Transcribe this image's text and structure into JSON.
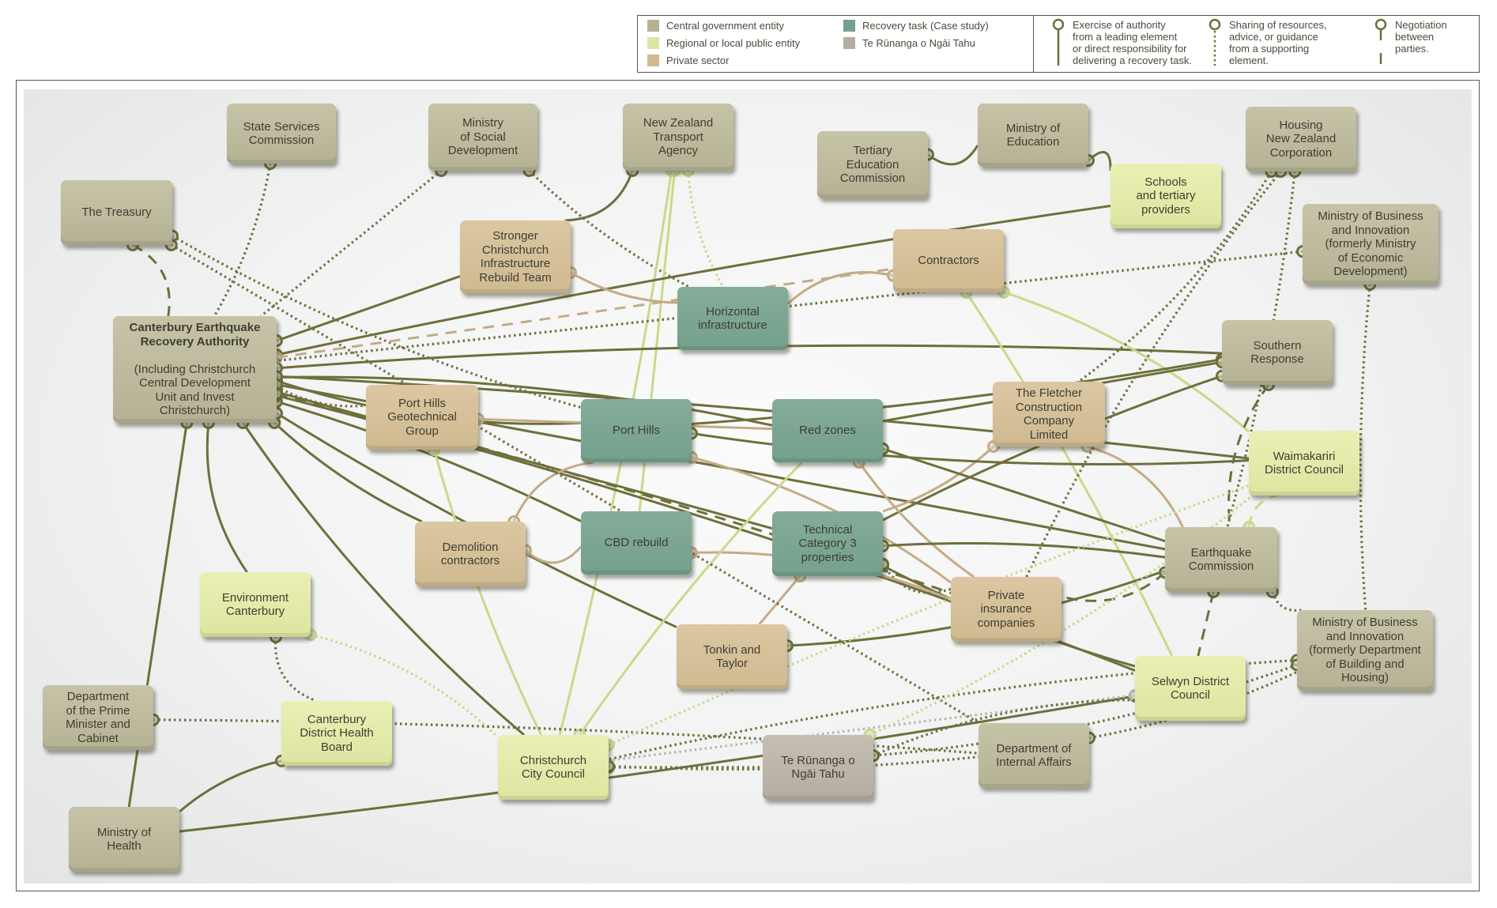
{
  "legend": {
    "entity_types": [
      {
        "key": "central",
        "label": "Central government entity",
        "color": "#b5b294"
      },
      {
        "key": "regional",
        "label": "Regional or local public entity",
        "color": "#dde5a0"
      },
      {
        "key": "private",
        "label": "Private sector",
        "color": "#cfb990"
      },
      {
        "key": "task",
        "label": "Recovery task (Case study)",
        "color": "#74a08c"
      },
      {
        "key": "runanga",
        "label": "Te Rūnanga o Ngāi Tahu",
        "color": "#b3ada2"
      }
    ],
    "link_types": [
      {
        "key": "authority",
        "label": "Exercise of authority\nfrom a leading element\nor direct responsibility for\ndelivering a recovery task.",
        "style": "solid"
      },
      {
        "key": "support",
        "label": "Sharing of resources,\nadvice, or guidance\nfrom a supporting\nelement.",
        "style": "dotted"
      },
      {
        "key": "negotiation",
        "label": "Negotiation\nbetween\nparties.",
        "style": "dashed"
      }
    ]
  },
  "colors": {
    "central_line": "#6e6f3b",
    "regional_line": "#c9d98a",
    "private_line": "#c4ab86",
    "runanga_line": "#b8b5ae"
  },
  "nodes": {
    "state_services": {
      "label": "State Services\nCommission",
      "type": "central"
    },
    "msd": {
      "label": "Ministry\nof Social\nDevelopment",
      "type": "central"
    },
    "nzta": {
      "label": "New Zealand\nTransport\nAgency",
      "type": "central"
    },
    "tec": {
      "label": "Tertiary\nEducation\nCommission",
      "type": "central"
    },
    "moe": {
      "label": "Ministry of\nEducation",
      "type": "central"
    },
    "hnzc": {
      "label": "Housing\nNew Zealand\nCorporation",
      "type": "central"
    },
    "treasury": {
      "label": "The Treasury",
      "type": "central"
    },
    "schools": {
      "label": "Schools\nand tertiary\nproviders",
      "type": "regional"
    },
    "scirt": {
      "label": "Stronger\nChristchurch\nInfrastructure\nRebuild  Team",
      "type": "private"
    },
    "contractors": {
      "label": "Contractors",
      "type": "private"
    },
    "mbie_med": {
      "label": "Ministry of Business\nand Innovation\n(formerly Ministry\nof Economic\nDevelopment)",
      "type": "central"
    },
    "horizontal": {
      "label": "Horizontal\ninfrastructure",
      "type": "task"
    },
    "cera": {
      "title": "Canterbury Earthquake\nRecovery Authority",
      "subtitle": "(Including Christchurch\nCentral Development\nUnit and Invest\nChristchurch)",
      "type": "central"
    },
    "southern": {
      "label": "Southern\nResponse",
      "type": "central"
    },
    "phgg": {
      "label": "Port Hills\nGeotechnical\nGroup",
      "type": "private"
    },
    "port_hills": {
      "label": "Port Hills",
      "type": "task"
    },
    "red_zones": {
      "label": "Red zones",
      "type": "task"
    },
    "fletcher": {
      "label": "The Fletcher\nConstruction\nCompany\nLimited",
      "type": "private"
    },
    "waimakariri": {
      "label": "Waimakariri\nDistrict Council",
      "type": "regional"
    },
    "demolition": {
      "label": "Demolition\ncontractors",
      "type": "private"
    },
    "cbd": {
      "label": "CBD rebuild",
      "type": "task"
    },
    "tc3": {
      "label": "Technical\nCategory 3\nproperties",
      "type": "task"
    },
    "eqc": {
      "label": "Earthquake\nCommission",
      "type": "central"
    },
    "ecan": {
      "label": "Environment\nCanterbury",
      "type": "regional"
    },
    "insurance": {
      "label": "Private\ninsurance\ncompanies",
      "type": "private"
    },
    "mbie_dbh": {
      "label": "Ministry of Business\nand Innovation\n(formerly Department\nof Building and\nHousing)",
      "type": "central"
    },
    "tonkin": {
      "label": "Tonkin and\nTaylor",
      "type": "private"
    },
    "selwyn": {
      "label": "Selwyn District\nCouncil",
      "type": "regional"
    },
    "dpmc": {
      "label": "Department\nof the Prime\nMinister and\nCabinet",
      "type": "central"
    },
    "cdhb": {
      "label": "Canterbury\nDistrict Health\nBoard",
      "type": "regional"
    },
    "ccc": {
      "label": "Christchurch\nCity Council",
      "type": "regional"
    },
    "runanga": {
      "label": "Te Rūnanga o\nNgāi Tahu",
      "type": "runanga"
    },
    "dia": {
      "label": "Department of\nInternal Affairs",
      "type": "central"
    },
    "moh": {
      "label": "Ministry of\nHealth",
      "type": "central"
    }
  },
  "links": [
    {
      "from": "treasury",
      "to": "cera",
      "kind": "negotiation",
      "color": "central"
    },
    {
      "from": "state_services",
      "to": "cera",
      "kind": "support",
      "color": "central"
    },
    {
      "from": "msd",
      "to": "cera",
      "kind": "support",
      "color": "central"
    },
    {
      "from": "msd",
      "to": "horizontal",
      "kind": "support",
      "color": "central"
    },
    {
      "from": "treasury",
      "to": "port_hills",
      "kind": "support",
      "color": "central"
    },
    {
      "from": "nzta",
      "to": "scirt",
      "kind": "authority",
      "color": "central"
    },
    {
      "from": "nzta",
      "to": "ccc",
      "kind": "authority",
      "color": "regional"
    },
    {
      "from": "nzta",
      "to": "cbd",
      "kind": "authority",
      "color": "regional"
    },
    {
      "from": "nzta",
      "to": "horizontal",
      "kind": "support",
      "color": "regional"
    },
    {
      "from": "tec",
      "to": "moe",
      "kind": "authority",
      "color": "central"
    },
    {
      "from": "moe",
      "to": "schools",
      "kind": "authority",
      "color": "central"
    },
    {
      "from": "cera",
      "to": "schools",
      "kind": "authority",
      "color": "central"
    },
    {
      "from": "cera",
      "to": "scirt",
      "kind": "authority",
      "color": "central"
    },
    {
      "from": "cera",
      "to": "phgg",
      "kind": "support",
      "color": "central"
    },
    {
      "from": "cera",
      "to": "port_hills",
      "kind": "authority",
      "color": "central"
    },
    {
      "from": "cera",
      "to": "red_zones",
      "kind": "authority",
      "color": "central"
    },
    {
      "from": "cera",
      "to": "cbd",
      "kind": "authority",
      "color": "central"
    },
    {
      "from": "cera",
      "to": "tc3",
      "kind": "authority",
      "color": "central"
    },
    {
      "from": "cera",
      "to": "demolition",
      "kind": "authority",
      "color": "central"
    },
    {
      "from": "cera",
      "to": "ecan",
      "kind": "authority",
      "color": "central"
    },
    {
      "from": "cera",
      "to": "southern",
      "kind": "authority",
      "color": "central"
    },
    {
      "from": "cera",
      "to": "waimakariri",
      "kind": "authority",
      "color": "central"
    },
    {
      "from": "cera",
      "to": "eqc",
      "kind": "authority",
      "color": "central"
    },
    {
      "from": "cera",
      "to": "tonkin",
      "kind": "authority",
      "color": "central"
    },
    {
      "from": "cera",
      "to": "ccc",
      "kind": "authority",
      "color": "central"
    },
    {
      "from": "cera",
      "to": "selwyn",
      "kind": "authority",
      "color": "central"
    },
    {
      "from": "cera",
      "to": "insurance",
      "kind": "negotiation",
      "color": "central"
    },
    {
      "from": "cera",
      "to": "contractors",
      "kind": "negotiation",
      "color": "private"
    },
    {
      "from": "scirt",
      "to": "horizontal",
      "kind": "authority",
      "color": "private"
    },
    {
      "from": "contractors",
      "to": "horizontal",
      "kind": "authority",
      "color": "private"
    },
    {
      "from": "contractors",
      "to": "waimakariri",
      "kind": "authority",
      "color": "regional"
    },
    {
      "from": "contractors",
      "to": "selwyn",
      "kind": "authority",
      "color": "regional"
    },
    {
      "from": "phgg",
      "to": "red_zones",
      "kind": "authority",
      "color": "private"
    },
    {
      "from": "phgg",
      "to": "ccc",
      "kind": "authority",
      "color": "regional"
    },
    {
      "from": "demolition",
      "to": "cbd",
      "kind": "authority",
      "color": "private"
    },
    {
      "from": "demolition",
      "to": "port_hills",
      "kind": "authority",
      "color": "private"
    },
    {
      "from": "southern",
      "to": "port_hills",
      "kind": "authority",
      "color": "central"
    },
    {
      "from": "southern",
      "to": "red_zones",
      "kind": "authority",
      "color": "central"
    },
    {
      "from": "southern",
      "to": "tc3",
      "kind": "authority",
      "color": "central"
    },
    {
      "from": "southern",
      "to": "eqc",
      "kind": "negotiation",
      "color": "central"
    },
    {
      "from": "fletcher",
      "to": "eqc",
      "kind": "authority",
      "color": "private"
    },
    {
      "from": "fletcher",
      "to": "tc3",
      "kind": "authority",
      "color": "private"
    },
    {
      "from": "red_zones",
      "to": "eqc",
      "kind": "authority",
      "color": "central"
    },
    {
      "from": "red_zones",
      "to": "insurance",
      "kind": "authority",
      "color": "private"
    },
    {
      "from": "port_hills",
      "to": "waimakariri",
      "kind": "authority",
      "color": "central"
    },
    {
      "from": "port_hills",
      "to": "insurance",
      "kind": "authority",
      "color": "private"
    },
    {
      "from": "tc3",
      "to": "eqc",
      "kind": "authority",
      "color": "central"
    },
    {
      "from": "tc3",
      "to": "tonkin",
      "kind": "authority",
      "color": "private"
    },
    {
      "from": "tc3",
      "to": "selwyn",
      "kind": "authority",
      "color": "central"
    },
    {
      "from": "tc3",
      "to": "insurance",
      "kind": "support",
      "color": "central"
    },
    {
      "from": "cbd",
      "to": "insurance",
      "kind": "authority",
      "color": "private"
    },
    {
      "from": "ccc",
      "to": "red_zones",
      "kind": "authority",
      "color": "regional"
    },
    {
      "from": "ccc",
      "to": "runanga",
      "kind": "support",
      "color": "central"
    },
    {
      "from": "ccc",
      "to": "dia",
      "kind": "support",
      "color": "central"
    },
    {
      "from": "tonkin",
      "to": "eqc",
      "kind": "authority",
      "color": "central"
    },
    {
      "from": "eqc",
      "to": "insurance",
      "kind": "negotiation",
      "color": "central"
    },
    {
      "from": "eqc",
      "to": "waimakariri",
      "kind": "negotiation",
      "color": "regional"
    },
    {
      "from": "eqc",
      "to": "selwyn",
      "kind": "negotiation",
      "color": "central"
    },
    {
      "from": "eqc",
      "to": "mbie_dbh",
      "kind": "support",
      "color": "central"
    },
    {
      "from": "hnzc",
      "to": "insurance",
      "kind": "support",
      "color": "central"
    },
    {
      "from": "hnzc",
      "to": "fletcher",
      "kind": "support",
      "color": "central"
    },
    {
      "from": "hnzc",
      "to": "eqc",
      "kind": "support",
      "color": "central"
    },
    {
      "from": "mbie_med",
      "to": "cera",
      "kind": "support",
      "color": "central"
    },
    {
      "from": "mbie_med",
      "to": "mbie_dbh",
      "kind": "support",
      "color": "central"
    },
    {
      "from": "mbie_dbh",
      "to": "ccc",
      "kind": "support",
      "color": "central"
    },
    {
      "from": "mbie_dbh",
      "to": "runanga",
      "kind": "support",
      "color": "central"
    },
    {
      "from": "selwyn",
      "to": "moh",
      "kind": "authority",
      "color": "central"
    },
    {
      "from": "selwyn",
      "to": "ccc",
      "kind": "support",
      "color": "runanga"
    },
    {
      "from": "cdhb",
      "to": "moh",
      "kind": "authority",
      "color": "central"
    },
    {
      "from": "ecan",
      "to": "cdhb",
      "kind": "support",
      "color": "central"
    },
    {
      "from": "ecan",
      "to": "ccc",
      "kind": "support",
      "color": "regional"
    },
    {
      "from": "dpmc",
      "to": "dia",
      "kind": "support",
      "color": "central"
    },
    {
      "from": "treasury",
      "to": "dia",
      "kind": "support",
      "color": "central"
    },
    {
      "from": "dia",
      "to": "mbie_dbh",
      "kind": "support",
      "color": "central"
    },
    {
      "from": "runanga",
      "to": "waimakariri",
      "kind": "support",
      "color": "regional"
    },
    {
      "from": "runanga",
      "to": "selwyn",
      "kind": "support",
      "color": "central"
    },
    {
      "from": "ccc",
      "to": "waimakariri",
      "kind": "support",
      "color": "regional"
    },
    {
      "from": "cera",
      "to": "moh",
      "kind": "authority",
      "color": "central"
    }
  ]
}
